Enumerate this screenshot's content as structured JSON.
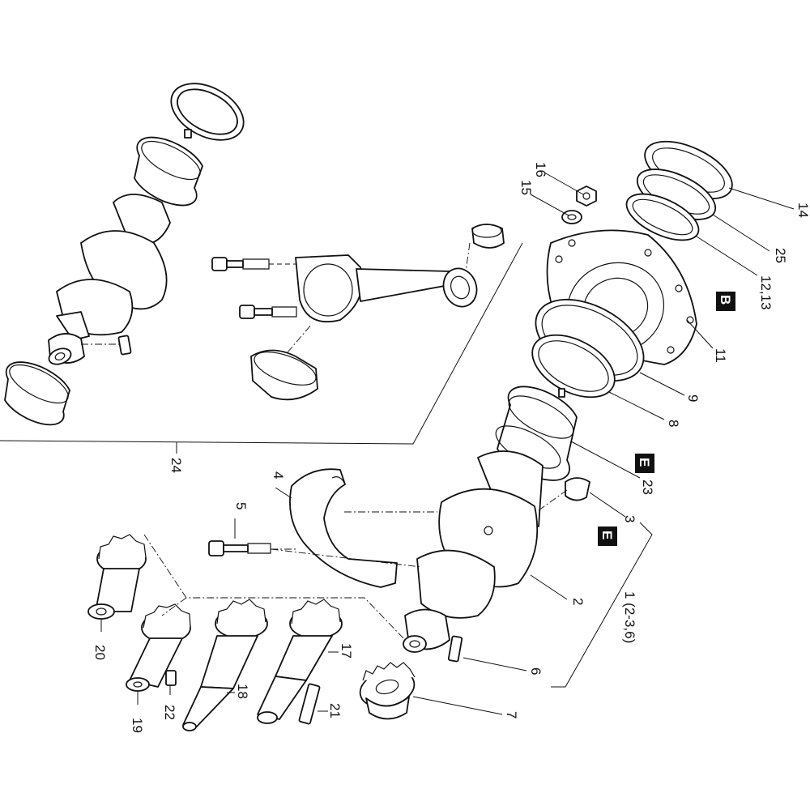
{
  "labels": {
    "l1": "1 (2-3,6)",
    "l2": "2",
    "l3": "3",
    "l4": "4",
    "l5": "5",
    "l6": "6",
    "l7": "7",
    "l8": "8",
    "l9": "9",
    "l11": "11",
    "l1213": "12,13",
    "l14": "14",
    "l15": "15",
    "l16": "16",
    "l17": "17",
    "l18": "18",
    "l19": "19",
    "l20": "20",
    "l21": "21",
    "l22": "22",
    "l23": "23",
    "l24": "24",
    "l25": "25"
  },
  "markers": {
    "b": "B",
    "e1": "E",
    "e2": "E"
  }
}
